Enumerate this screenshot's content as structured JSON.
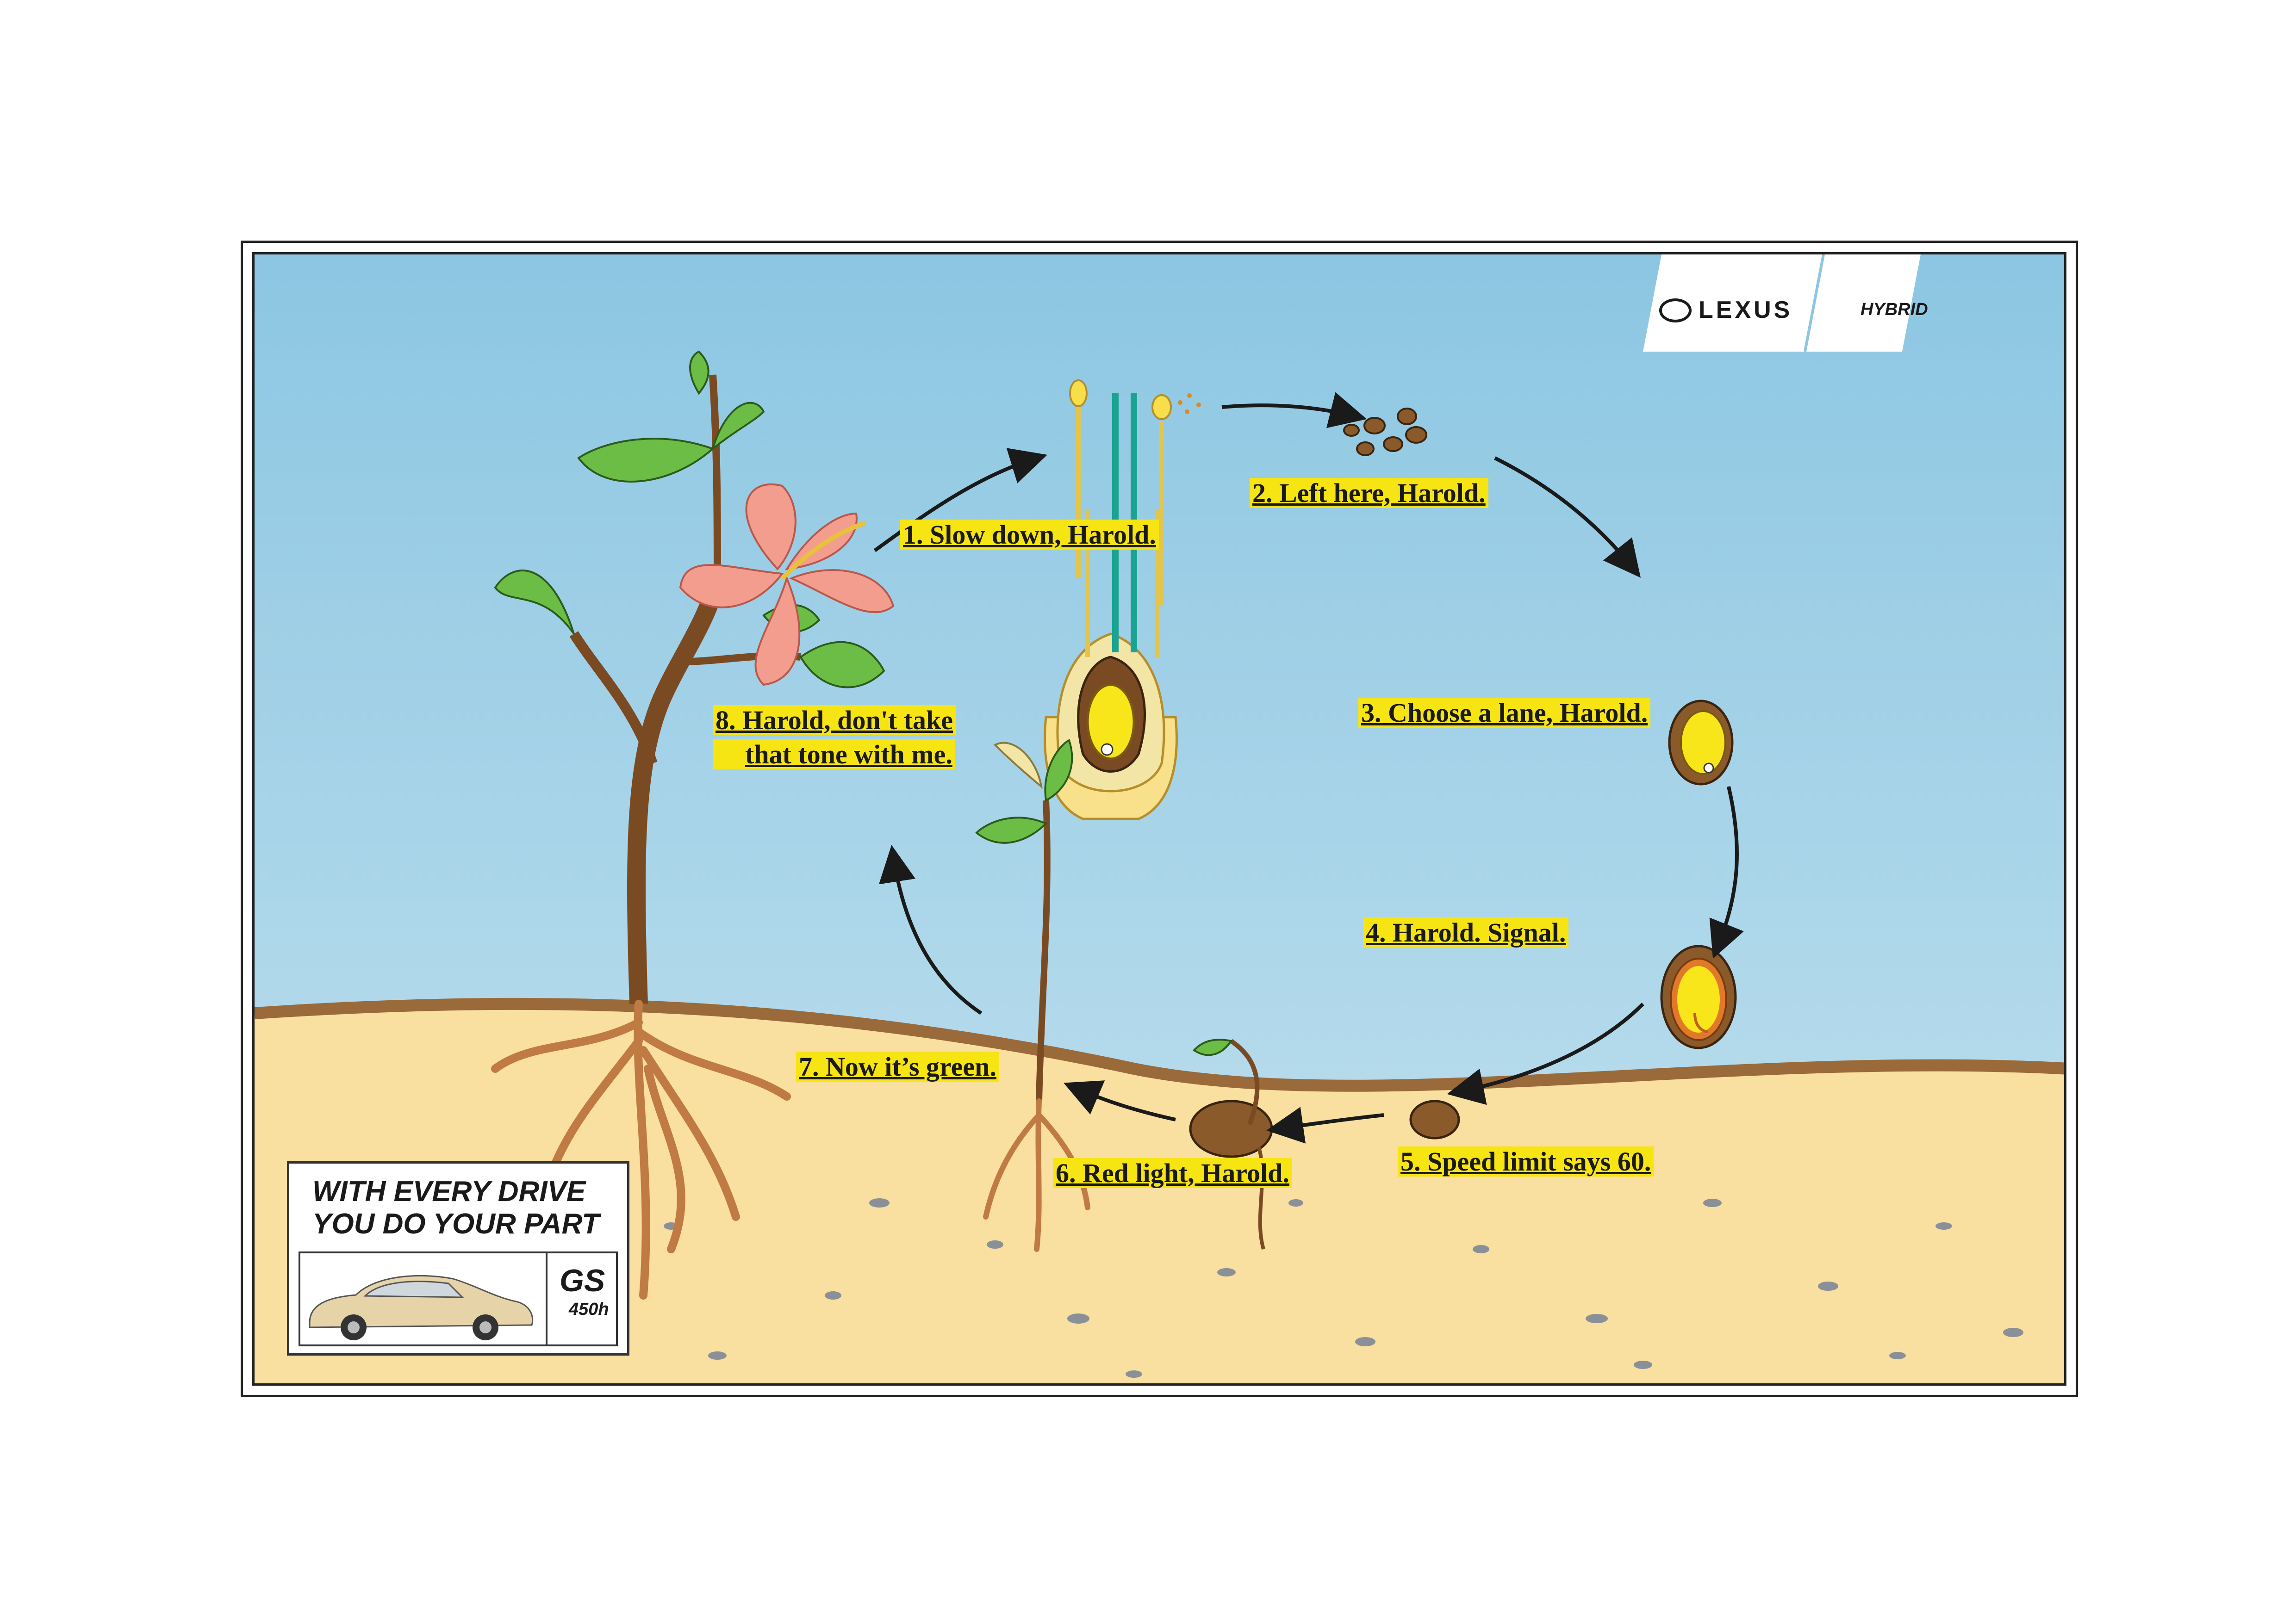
{
  "brand": {
    "logo_text": "LEXUS",
    "badge_text": "HYBRID"
  },
  "steps": [
    {
      "text": "1. Slow down, Harold."
    },
    {
      "text": "2. Left here, Harold."
    },
    {
      "text": "3. Choose a lane, Harold."
    },
    {
      "text": "4. Harold. Signal."
    },
    {
      "text": "5. Speed limit says 60."
    },
    {
      "text": "6. Red light, Harold."
    },
    {
      "text": "7. Now it’s green."
    },
    {
      "line1": "8. Harold, don't take",
      "line2": "that tone with me."
    }
  ],
  "tagline": {
    "line1": "WITH EVERY DRIVE",
    "line2": "YOU DO YOUR PART"
  },
  "model": {
    "name": "GS",
    "variant": "450h"
  },
  "colors": {
    "sky_top": "#8cc6e2",
    "sky_bottom": "#c3e2ef",
    "soil": "#f9dfa0",
    "soil_edge": "#9a6a3a",
    "caption_highlight": "#f7e413",
    "petal": "#f29d8e",
    "leaf": "#6cbd45",
    "stem": "#7a4a22",
    "seed": "#8b5a2b",
    "yolk": "#f9e61a"
  }
}
